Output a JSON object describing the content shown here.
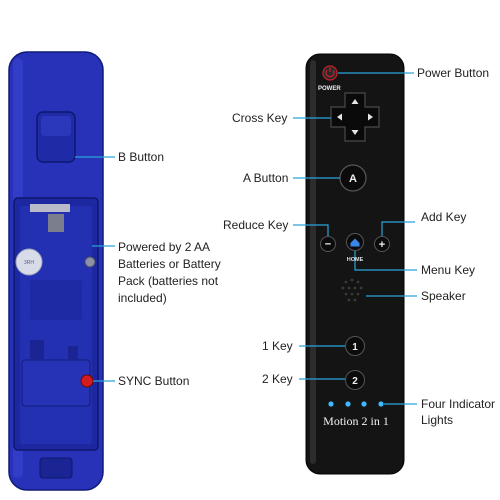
{
  "colors": {
    "remote_blue": "#2732b8",
    "remote_blue_dark": "#151f86",
    "remote_black": "#141414",
    "power_red": "#c8202a",
    "sync_red": "#d31c1c",
    "indicator_blue": "#3fb8ff",
    "leader_line": "#2aa3d9"
  },
  "icons": [
    "power-icon",
    "cross-key-icon",
    "home-icon",
    "minus-icon",
    "plus-icon",
    "speaker-icon"
  ],
  "remote_text": {
    "power": "POWER",
    "a_button": "A",
    "reduce": "−",
    "home": "HOME",
    "plus": "+",
    "key_1": "1",
    "key_2": "2",
    "brand": "Motion 2 in 1",
    "battery_mark": "3RH"
  },
  "labels": {
    "b_button": "B Button",
    "battery": "Powered by 2 AA Batteries or Battery Pack (batteries not included)",
    "sync": "SYNC Button",
    "power_button": "Power Button",
    "cross_key": "Cross Key",
    "a_button": "A Button",
    "reduce_key": "Reduce Key",
    "add_key": "Add Key",
    "menu_key": "Menu Key",
    "speaker": "Speaker",
    "key_1": "1 Key",
    "key_2": "2 Key",
    "indicator_lights": "Four Indicator Lights"
  }
}
